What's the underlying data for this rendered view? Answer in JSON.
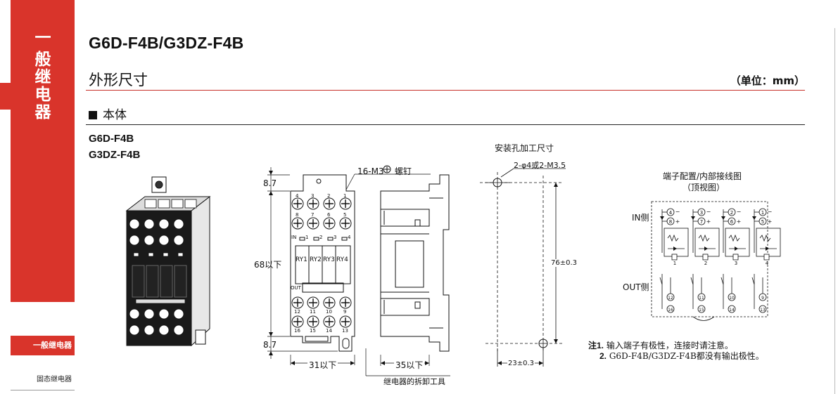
{
  "sidebar": {
    "vertical_title": [
      "一",
      "般",
      "继",
      "电",
      "器"
    ],
    "active_item": "一般继电器",
    "sub_item": "固态继电器"
  },
  "header": {
    "title": "G6D-F4B/G3DZ-F4B",
    "subtitle": "外形尺寸",
    "unit": "（单位：mm）"
  },
  "section": {
    "label": "本体"
  },
  "models": [
    "G6D-F4B",
    "G3DZ-F4B"
  ],
  "front_view": {
    "screw_label": "16-M3",
    "screw_label_suffix": "螺钉",
    "dim_top": "8.7",
    "dim_height": "68以下",
    "dim_bottom": "8.7",
    "dim_width": "31以下",
    "relays": [
      "RY1",
      "RY2",
      "RY3",
      "RY4"
    ],
    "in_label": "IN",
    "in_marks": [
      "1",
      "2",
      "3",
      "4"
    ],
    "out_label": "OUT",
    "top_terminals_row1": [
      "4",
      "3",
      "2",
      "1"
    ],
    "top_terminals_row2": [
      "8",
      "7",
      "6",
      "5"
    ],
    "bottom_terminals_row1": [
      "12",
      "11",
      "10",
      "9"
    ],
    "bottom_terminals_row2": [
      "16",
      "15",
      "14",
      "13"
    ]
  },
  "side_view": {
    "dim_depth": "35以下",
    "tool_label": "继电器的拆卸工具"
  },
  "mounting": {
    "title": "安装孔加工尺寸",
    "hole_label": "2-φ4或2-M3.5",
    "dim_vertical": "76±0.3",
    "dim_horizontal": "23±0.3"
  },
  "wiring": {
    "title": "端子配置/内部接线图",
    "subtitle": "（顶视图）",
    "in_side": "IN侧",
    "out_side": "OUT侧",
    "channels": [
      "1",
      "2",
      "3",
      "4"
    ],
    "in_terminals_minus": [
      "4",
      "3",
      "2",
      "1"
    ],
    "in_terminals_plus": [
      "8",
      "7",
      "6",
      "5"
    ],
    "out_terminals_top": [
      "12",
      "11",
      "10",
      "9"
    ],
    "out_terminals_bottom": [
      "16",
      "15",
      "14",
      "13"
    ]
  },
  "notes": [
    {
      "num": "注1.",
      "text": "输入端子有极性，连接时请注意。"
    },
    {
      "num": "2.",
      "text": "G6D-F4B/G3DZ-F4B都没有输出极性。"
    }
  ]
}
